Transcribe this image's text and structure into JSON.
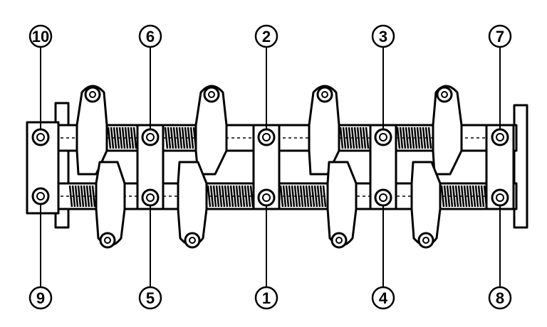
{
  "callouts": [
    {
      "label": "10"
    },
    {
      "label": "6"
    },
    {
      "label": "2"
    },
    {
      "label": "3"
    },
    {
      "label": "7"
    },
    {
      "label": "9"
    },
    {
      "label": "5"
    },
    {
      "label": "1"
    },
    {
      "label": "4"
    },
    {
      "label": "8"
    }
  ]
}
